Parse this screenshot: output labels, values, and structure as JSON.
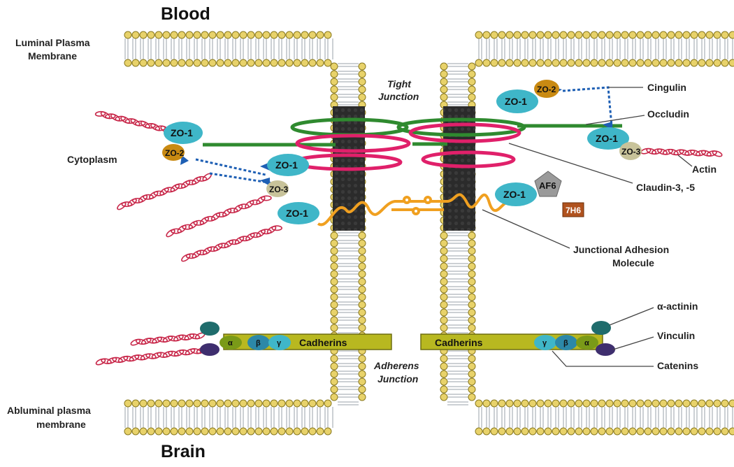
{
  "regions": {
    "top": "Blood",
    "bottom": "Brain",
    "luminal_line1": "Luminal Plasma",
    "luminal_line2": "Membrane",
    "abluminal_line1": "Abluminal plasma",
    "abluminal_line2": "membrane",
    "cytoplasm": "Cytoplasm"
  },
  "junctions": {
    "tight_line1": "Tight",
    "tight_line2": "Junction",
    "adherens_line1": "Adherens",
    "adherens_line2": "Junction"
  },
  "labels": {
    "cingulin": "Cingulin",
    "occludin": "Occludin",
    "actin": "Actin",
    "claudin": "Claudin-3, -5",
    "jam_line1": "Junctional Adhesion",
    "jam_line2": "Molecule",
    "alpha_actinin": "α-actinin",
    "vinculin": "Vinculin",
    "catenins": "Catenins"
  },
  "proteins": {
    "zo1": "ZO-1",
    "zo2": "ZO-2",
    "zo3": "ZO-3",
    "af6": "AF6",
    "seven_h6": "7H6",
    "cadherins": "Cadherins",
    "alpha": "α",
    "beta": "β",
    "gamma": "γ"
  },
  "colors": {
    "membrane_head": "#e8d26a",
    "membrane_outline": "#8a7a20",
    "junction_block": "#2d2d2d",
    "zo_protein": "#3fb6c8",
    "zo2_protein": "#c98a12",
    "zo3_protein": "#c8c39a",
    "occludin": "#2f8a2f",
    "claudin": "#e0206a",
    "jam": "#f0a020",
    "actin": "#c8284a",
    "cingulin": "#1e5fb4",
    "cadherin": "#b8b820",
    "af6": "#9a9a9a",
    "seven_h6": "#b0521e"
  }
}
